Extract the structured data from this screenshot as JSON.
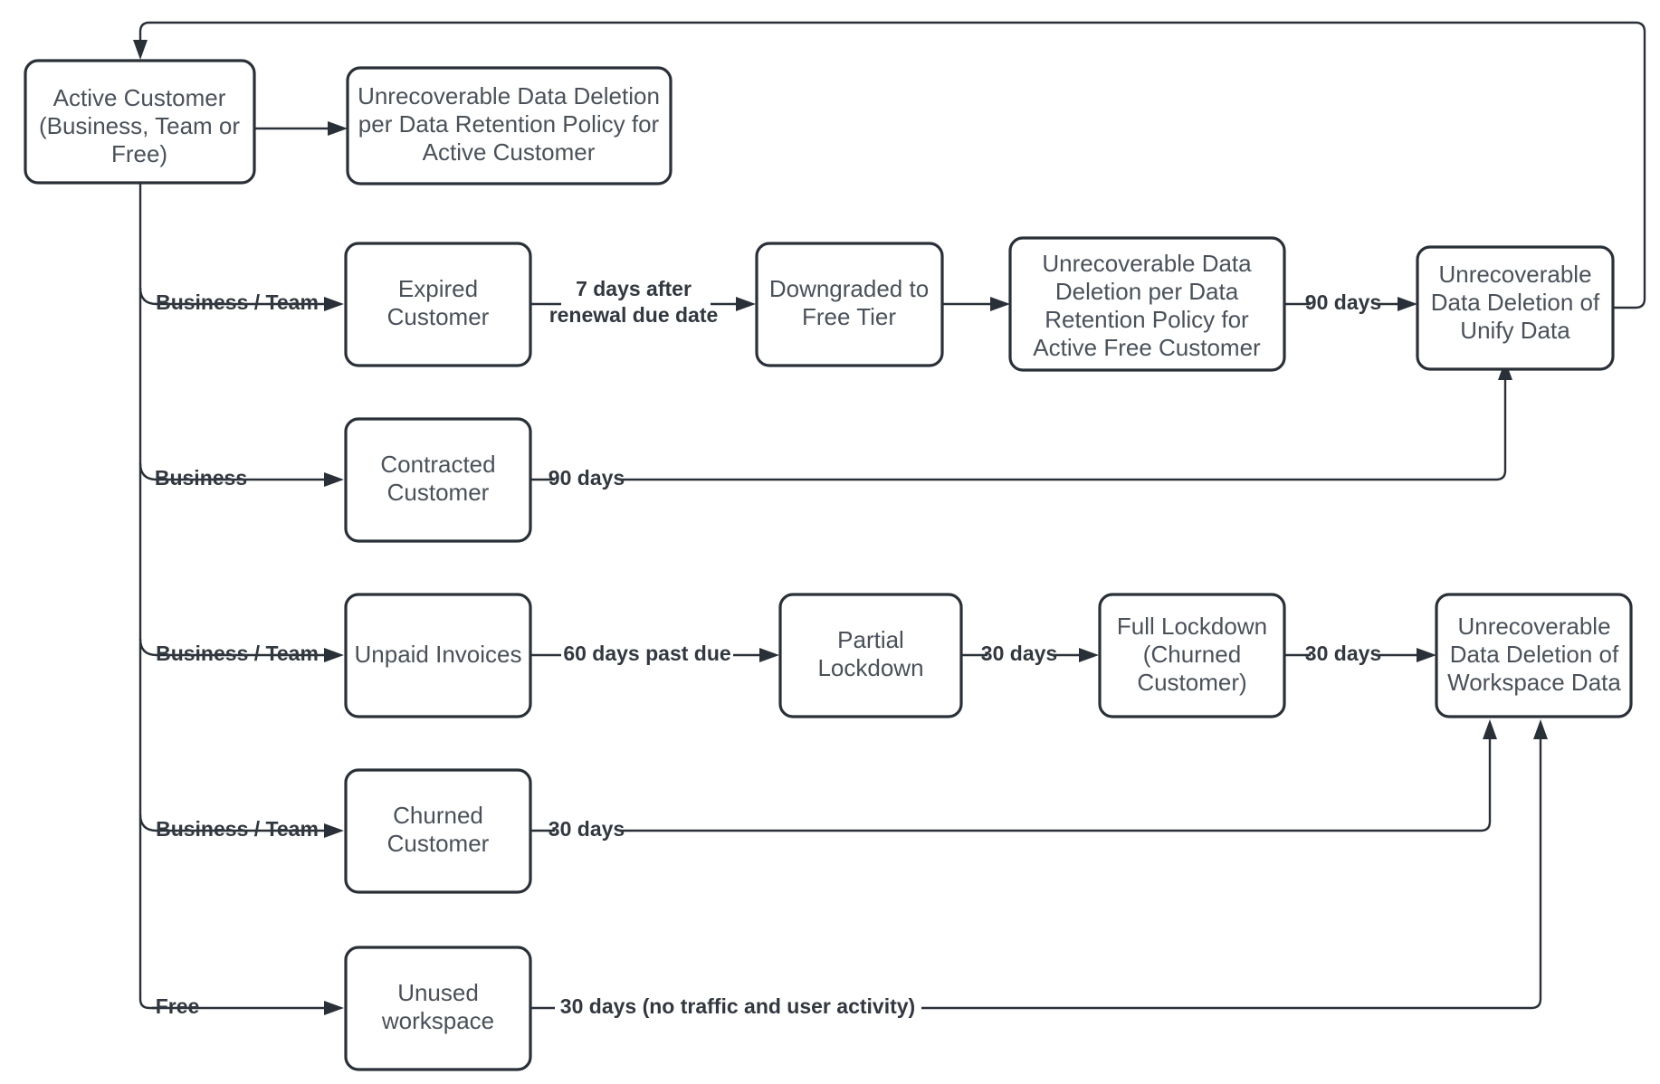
{
  "diagram": {
    "title": "Customer Lifecycle Data Retention and Deletion Flow",
    "type": "flowchart",
    "background_color": "#ffffff",
    "node_fill": "#ffffff",
    "node_stroke": "#2a3038",
    "node_text_color": "#4a5159",
    "edge_color": "#2a3038",
    "edge_label_color": "#32383f"
  },
  "nodes": {
    "active_customer": {
      "id": "active-customer",
      "lines": [
        "Active Customer",
        "(Business, Team or",
        "Free)"
      ]
    },
    "unrecoverable_active": {
      "id": "unrecoverable-deletion-active-customer",
      "lines": [
        "Unrecoverable Data Deletion",
        "per Data Retention Policy for",
        "Active Customer"
      ]
    },
    "expired_customer": {
      "id": "expired-customer",
      "lines": [
        "Expired",
        "Customer"
      ]
    },
    "downgraded_free_tier": {
      "id": "downgraded-to-free-tier",
      "lines": [
        "Downgraded to",
        "Free Tier"
      ]
    },
    "unrecoverable_free": {
      "id": "unrecoverable-deletion-active-free-customer",
      "lines": [
        "Unrecoverable Data",
        "Deletion per Data",
        "Retention Policy for",
        "Active Free Customer"
      ]
    },
    "unrecoverable_unify": {
      "id": "unrecoverable-deletion-unify-data",
      "lines": [
        "Unrecoverable",
        "Data Deletion of",
        "Unify Data"
      ]
    },
    "contracted_customer": {
      "id": "contracted-customer",
      "lines": [
        "Contracted",
        "Customer"
      ]
    },
    "unpaid_invoices": {
      "id": "unpaid-invoices",
      "lines": [
        "Unpaid Invoices"
      ]
    },
    "partial_lockdown": {
      "id": "partial-lockdown",
      "lines": [
        "Partial",
        "Lockdown"
      ]
    },
    "full_lockdown": {
      "id": "full-lockdown-churned-customer",
      "lines": [
        "Full Lockdown",
        "(Churned",
        "Customer)"
      ]
    },
    "unrecoverable_workspace": {
      "id": "unrecoverable-deletion-workspace-data",
      "lines": [
        "Unrecoverable",
        "Data Deletion of",
        "Workspace Data"
      ]
    },
    "churned_customer": {
      "id": "churned-customer",
      "lines": [
        "Churned",
        "Customer"
      ]
    },
    "unused_workspace": {
      "id": "unused-workspace",
      "lines": [
        "Unused",
        "workspace"
      ]
    }
  },
  "edge_labels": {
    "branch_expired": "Business / Team",
    "branch_contracted": "Business",
    "branch_unpaid": "Business / Team",
    "branch_churned": "Business / Team",
    "branch_unused": "Free",
    "expired_to_downgraded_l1": "7 days after",
    "expired_to_downgraded_l2": "renewal due date",
    "free_policy_to_unify": "90 days",
    "contracted_to_unify": "90 days",
    "unpaid_to_partial": "60 days past due",
    "partial_to_full": "30 days",
    "full_to_workspace": "30 days",
    "churned_to_workspace": "30 days",
    "unused_to_workspace": "30 days (no traffic and user activity)"
  }
}
